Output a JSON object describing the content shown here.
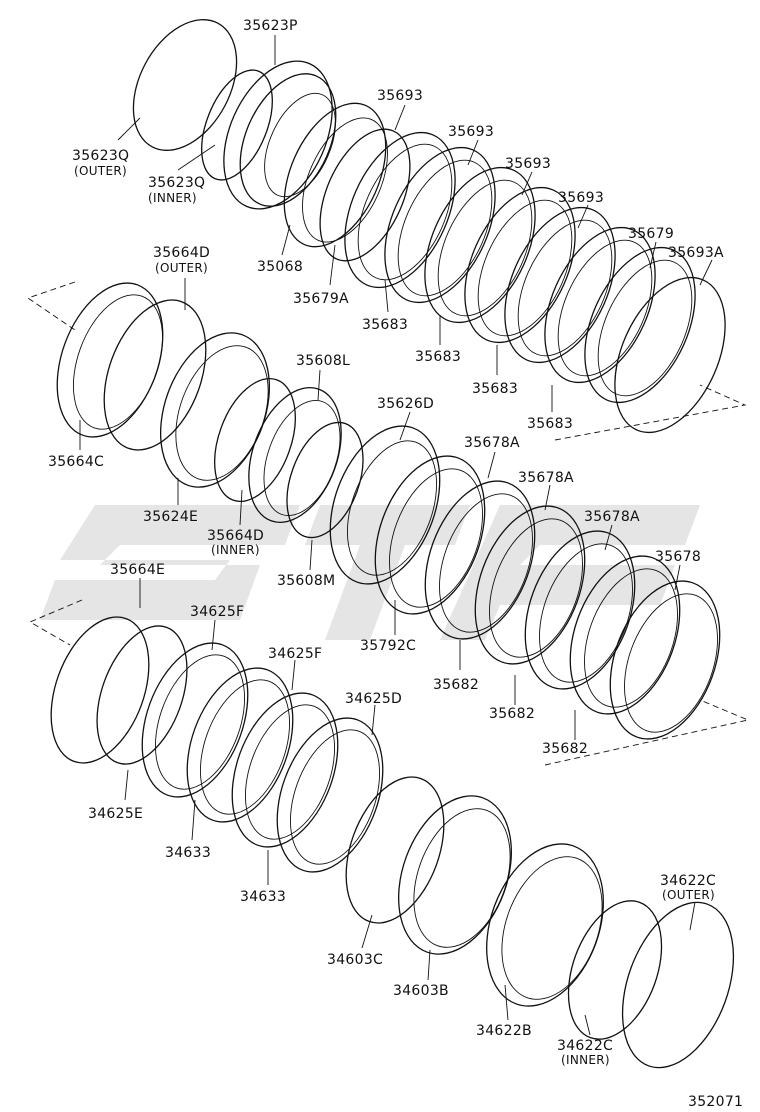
{
  "diagram": {
    "figure_code": "352071",
    "watermark": "",
    "parts": [
      {
        "id": "p1",
        "code": "35623P",
        "note": ""
      },
      {
        "id": "p2",
        "code": "35623Q",
        "note": "(OUTER)"
      },
      {
        "id": "p3",
        "code": "35623Q",
        "note": "(INNER)"
      },
      {
        "id": "p4",
        "code": "35693",
        "note": ""
      },
      {
        "id": "p5",
        "code": "35693",
        "note": ""
      },
      {
        "id": "p6",
        "code": "35693",
        "note": ""
      },
      {
        "id": "p7",
        "code": "35693",
        "note": ""
      },
      {
        "id": "p8",
        "code": "35679",
        "note": ""
      },
      {
        "id": "p9",
        "code": "35693A",
        "note": ""
      },
      {
        "id": "p10",
        "code": "35068",
        "note": ""
      },
      {
        "id": "p11",
        "code": "35679A",
        "note": ""
      },
      {
        "id": "p12",
        "code": "35683",
        "note": ""
      },
      {
        "id": "p13",
        "code": "35683",
        "note": ""
      },
      {
        "id": "p14",
        "code": "35683",
        "note": ""
      },
      {
        "id": "p15",
        "code": "35683",
        "note": ""
      },
      {
        "id": "p16",
        "code": "35664D",
        "note": "(OUTER)"
      },
      {
        "id": "p17",
        "code": "35664C",
        "note": ""
      },
      {
        "id": "p18",
        "code": "35608L",
        "note": ""
      },
      {
        "id": "p19",
        "code": "35626D",
        "note": ""
      },
      {
        "id": "p20",
        "code": "35678A",
        "note": ""
      },
      {
        "id": "p21",
        "code": "35678A",
        "note": ""
      },
      {
        "id": "p22",
        "code": "35678A",
        "note": ""
      },
      {
        "id": "p23",
        "code": "35678",
        "note": ""
      },
      {
        "id": "p24",
        "code": "35624E",
        "note": ""
      },
      {
        "id": "p25",
        "code": "35664D",
        "note": "(INNER)"
      },
      {
        "id": "p26",
        "code": "35608M",
        "note": ""
      },
      {
        "id": "p27",
        "code": "35792C",
        "note": ""
      },
      {
        "id": "p28",
        "code": "35682",
        "note": ""
      },
      {
        "id": "p29",
        "code": "35682",
        "note": ""
      },
      {
        "id": "p30",
        "code": "35682",
        "note": ""
      },
      {
        "id": "p31",
        "code": "35664E",
        "note": ""
      },
      {
        "id": "p32",
        "code": "34625F",
        "note": ""
      },
      {
        "id": "p33",
        "code": "34625F",
        "note": ""
      },
      {
        "id": "p34",
        "code": "34625D",
        "note": ""
      },
      {
        "id": "p35",
        "code": "34625E",
        "note": ""
      },
      {
        "id": "p36",
        "code": "34633",
        "note": ""
      },
      {
        "id": "p37",
        "code": "34633",
        "note": ""
      },
      {
        "id": "p38",
        "code": "34603C",
        "note": ""
      },
      {
        "id": "p39",
        "code": "34603B",
        "note": ""
      },
      {
        "id": "p40",
        "code": "34622B",
        "note": ""
      },
      {
        "id": "p41",
        "code": "34622C",
        "note": "(OUTER)"
      },
      {
        "id": "p42",
        "code": "34622C",
        "note": "(INNER)"
      }
    ]
  }
}
